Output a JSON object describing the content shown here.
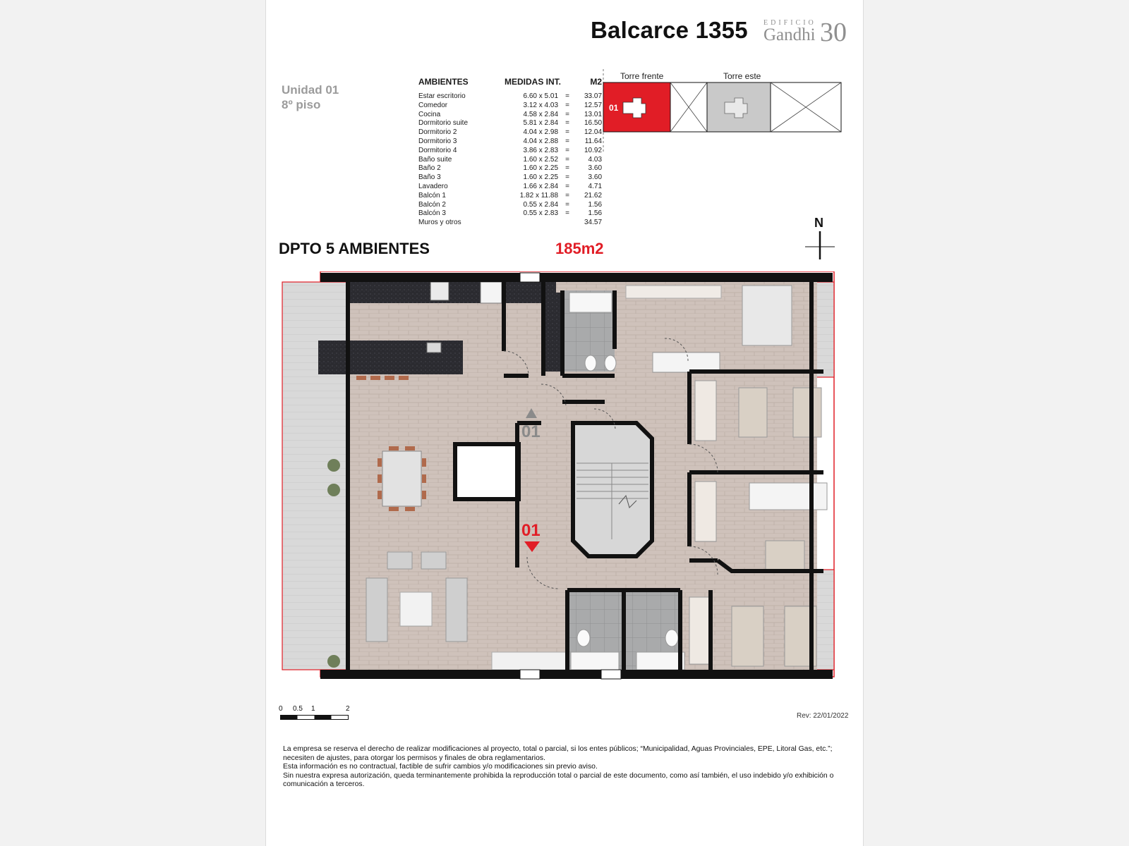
{
  "header": {
    "title": "Balcarce 1355"
  },
  "logo": {
    "edificio": "EDIFICIO",
    "name": "Gandhi",
    "number": "30"
  },
  "unit": {
    "name": "Unidad 01",
    "floor": "8º piso"
  },
  "table": {
    "headers": {
      "room": "AMBIENTES",
      "dims": "MEDIDAS INT.",
      "m2": "M2"
    },
    "rows": [
      {
        "name": "Estar escritorio",
        "dims": "6.60 x 5.01",
        "eq": "=",
        "m2": "33.07"
      },
      {
        "name": "Comedor",
        "dims": "3.12 x 4.03",
        "eq": "=",
        "m2": "12.57"
      },
      {
        "name": "Cocina",
        "dims": "4.58 x 2.84",
        "eq": "=",
        "m2": "13.01"
      },
      {
        "name": "Dormitorio suite",
        "dims": "5.81 x 2.84",
        "eq": "=",
        "m2": "16.50"
      },
      {
        "name": "Dormitorio 2",
        "dims": "4.04 x 2.98",
        "eq": "=",
        "m2": "12.04"
      },
      {
        "name": "Dormitorio 3",
        "dims": "4.04 x 2.88",
        "eq": "=",
        "m2": "11.64"
      },
      {
        "name": "Dormitorio 4",
        "dims": "3.86 x 2.83",
        "eq": "=",
        "m2": "10.92"
      },
      {
        "name": "Baño suite",
        "dims": "1.60 x 2.52",
        "eq": "=",
        "m2": "4.03"
      },
      {
        "name": "Baño 2",
        "dims": "1.60 x 2.25",
        "eq": "=",
        "m2": "3.60"
      },
      {
        "name": "Baño 3",
        "dims": "1.60 x 2.25",
        "eq": "=",
        "m2": "3.60"
      },
      {
        "name": "Lavadero",
        "dims": "1.66 x 2.84",
        "eq": "=",
        "m2": "4.71"
      },
      {
        "name": "Balcón 1",
        "dims": "1.82 x 11.88",
        "eq": "=",
        "m2": "21.62"
      },
      {
        "name": "Balcón 2",
        "dims": "0.55 x 2.84",
        "eq": "=",
        "m2": "1.56"
      },
      {
        "name": "Balcón 3",
        "dims": "0.55 x 2.83",
        "eq": "=",
        "m2": "1.56"
      },
      {
        "name": "Muros y otros",
        "dims": "",
        "eq": "",
        "m2": "34.57"
      }
    ]
  },
  "apartment": {
    "type": "DPTO 5 AMBIENTES",
    "area": "185m2"
  },
  "tower_key": {
    "front": "Torre frente",
    "east": "Torre este",
    "unit_tag": "01"
  },
  "compass": {
    "north": "N"
  },
  "plan": {
    "unit_upper": "01",
    "unit_lower": "01"
  },
  "scale": {
    "labels": [
      "0",
      "0.5",
      "1",
      "2"
    ]
  },
  "revision": "Rev: 22/01/2022",
  "disclaimer": [
    "La empresa se reserva el derecho de realizar modificaciones al proyecto, total o parcial, si los entes públicos; “Municipalidad, Aguas Provinciales, EPE, Litoral Gas, etc.”; necesiten de ajustes, para otorgar los permisos y finales de obra reglamentarios.",
    "Esta información es no contractual, factible de sufrir cambios y/o modificaciones sin previo aviso.",
    "Sin nuestra expresa autorización, queda terminantemente prohibida la reproducción total o parcial de este documento, como así también, el uso indebido y/o exhibición o comunicación a terceros."
  ],
  "colors": {
    "accent": "#e11d26",
    "wall": "#111111",
    "floor": "#cdbfb8",
    "balcony": "#d6d6d6",
    "counter": "#2a2a2e"
  }
}
